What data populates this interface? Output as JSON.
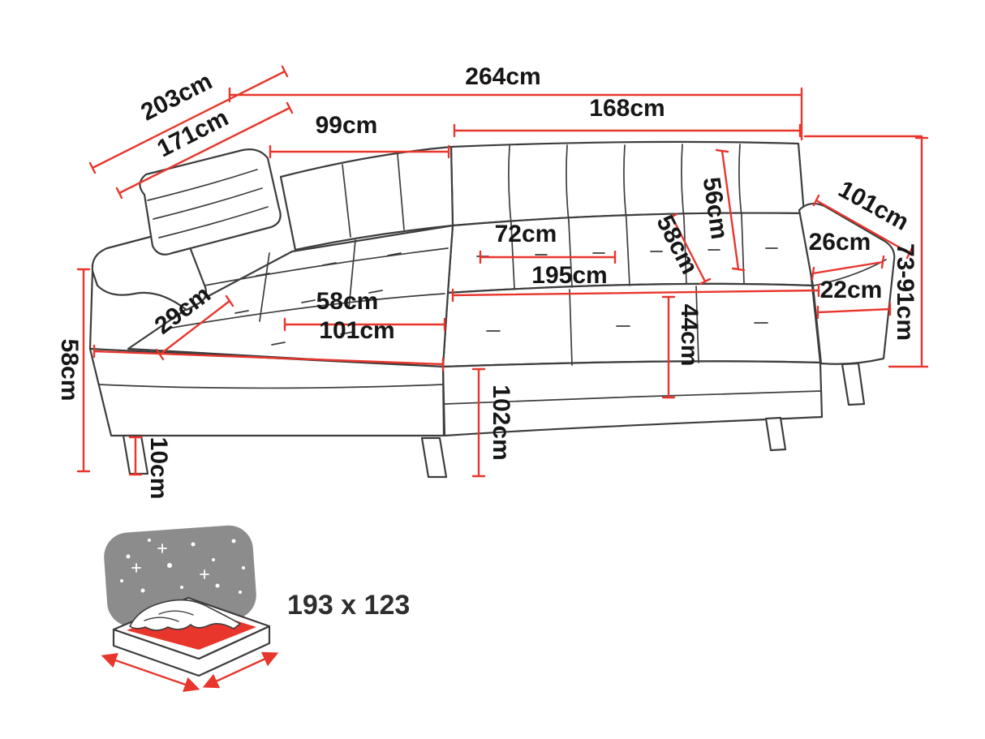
{
  "diagram": {
    "type": "corner-sofa-dimension-drawing",
    "unit": "cm",
    "colors": {
      "dimension_red": "#e8362d",
      "outline_gray": "#3d3d3d",
      "headboard_gray": "#8c8c8c",
      "mattress_red": "#e8362d"
    },
    "dimensions": {
      "total_width": "264cm",
      "total_depth": "203cm",
      "inner_depth": "171cm",
      "corner_back_width": "99cm",
      "main_back_width": "168cm",
      "backrest_height": "56cm",
      "armrest_length": "101cm",
      "armrest_top_width": "26cm",
      "overall_height": "73-91cm",
      "seat_inner_width": "72cm",
      "back_cushion_depth": "58cm",
      "seat_total_width": "195cm",
      "seat_depth": "44cm",
      "armrest_width": "22cm",
      "chaise_seat_width": "58cm",
      "chaise_corner_width": "29cm",
      "chaise_length": "101cm",
      "side_height": "58cm",
      "leg_height": "10cm",
      "front_section_depth": "102cm"
    },
    "sleeping_area": {
      "icon": "fold-out-bed-icon",
      "label": "193 x 123"
    }
  }
}
